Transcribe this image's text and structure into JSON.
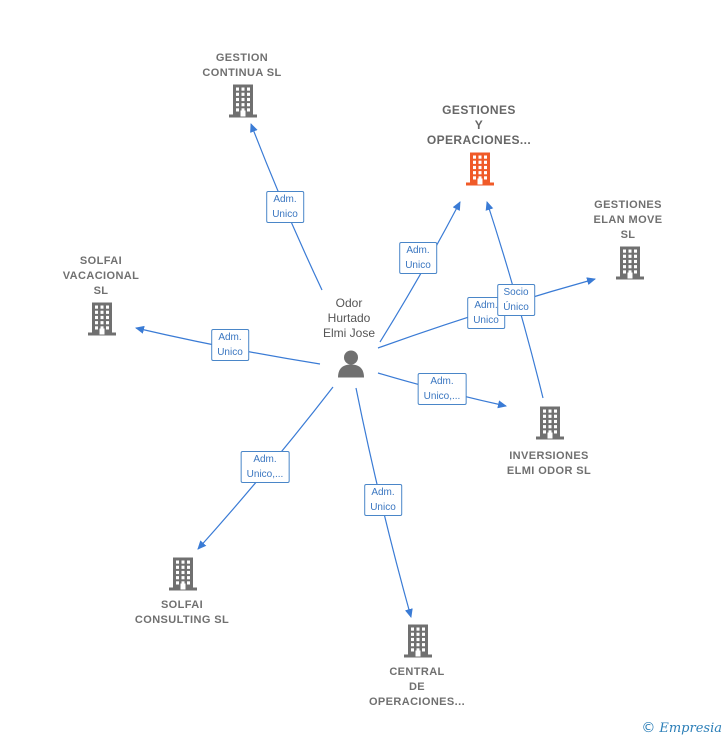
{
  "center": {
    "label_lines": [
      "Odor",
      "Hurtado",
      "Elmi Jose"
    ]
  },
  "nodes": [
    {
      "id": "gestion-continua",
      "label_lines": [
        "GESTION",
        "CONTINUA  SL"
      ],
      "highlight": false
    },
    {
      "id": "gestiones-operaciones",
      "label_lines": [
        "GESTIONES",
        "Y",
        "OPERACIONES..."
      ],
      "highlight": true
    },
    {
      "id": "gestiones-elan-move",
      "label_lines": [
        "GESTIONES",
        "ELAN MOVE",
        "SL"
      ],
      "highlight": false
    },
    {
      "id": "solfai-vacacional",
      "label_lines": [
        "SOLFAI",
        "VACACIONAL",
        "SL"
      ],
      "highlight": false
    },
    {
      "id": "inversiones-elmi-odor",
      "label_lines": [
        "INVERSIONES",
        "ELMI ODOR  SL"
      ],
      "highlight": false
    },
    {
      "id": "solfai-consulting",
      "label_lines": [
        "SOLFAI",
        "CONSULTING SL"
      ],
      "highlight": false
    },
    {
      "id": "central-operaciones",
      "label_lines": [
        "CENTRAL",
        "DE",
        "OPERACIONES..."
      ],
      "highlight": false
    }
  ],
  "edges": [
    {
      "from": "center",
      "to": "gestion-continua",
      "label_lines": [
        "Adm.",
        "Unico"
      ]
    },
    {
      "from": "center",
      "to": "gestiones-operaciones",
      "label_lines": [
        "Adm.",
        "Unico"
      ]
    },
    {
      "from": "center",
      "to": "gestiones-elan-move",
      "label_lines": [
        "Adm.",
        "Unico"
      ]
    },
    {
      "from": "inversiones-elmi-odor",
      "to": "gestiones-operaciones",
      "label_lines": [
        "Socio",
        "Único"
      ]
    },
    {
      "from": "center",
      "to": "solfai-vacacional",
      "label_lines": [
        "Adm.",
        "Unico"
      ]
    },
    {
      "from": "center",
      "to": "inversiones-elmi-odor",
      "label_lines": [
        "Adm.",
        "Unico,..."
      ]
    },
    {
      "from": "center",
      "to": "solfai-consulting",
      "label_lines": [
        "Adm.",
        "Unico,..."
      ]
    },
    {
      "from": "center",
      "to": "central-operaciones",
      "label_lines": [
        "Adm.",
        "Unico"
      ]
    }
  ],
  "colors": {
    "edge": "#3a7bd5",
    "building": "#707070",
    "building_highlight": "#f05a28",
    "person": "#707070"
  },
  "icons": {
    "company": "building-icon",
    "person": "person-icon"
  },
  "brand": {
    "copyright": "©",
    "name": "Empresia"
  }
}
